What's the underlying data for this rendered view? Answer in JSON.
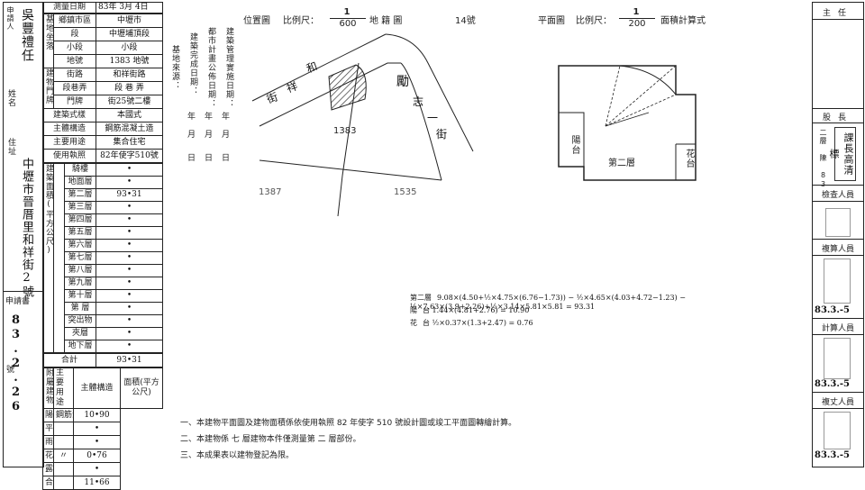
{
  "left_margin": {
    "applicant_label": "申請人",
    "applicant_name": "吳豐禮任",
    "owner_label": "姓名",
    "address_label": "住址",
    "address_value": "中壢市晉厝里和祥街2號",
    "apply_date_label": "申請書",
    "apply_date_value": "83.2.26",
    "doc_no_label": "號"
  },
  "info_table": {
    "survey_date_label": "測量日期",
    "survey_date_value": "83年 3月 4日",
    "rows": [
      {
        "g": "基地坐落",
        "label": "鄉鎮市區",
        "value": "中壢市"
      },
      {
        "g": "",
        "label": "段",
        "value": "中壢埔頂段"
      },
      {
        "g": "",
        "label": "小段",
        "value": "小段"
      },
      {
        "g": "",
        "label": "地號",
        "value": "1383 地號"
      },
      {
        "g": "建物門牌",
        "label": "街路",
        "value": "和祥街路"
      },
      {
        "g": "",
        "label": "段巷弄",
        "value": "段 巷 弄"
      },
      {
        "g": "",
        "label": "門牌",
        "value": "街25號二樓"
      },
      {
        "g": "",
        "label": "建築式樣",
        "value": "本國式"
      },
      {
        "g": "",
        "label": "主體構造",
        "value": "鋼筋混凝土造"
      },
      {
        "g": "",
        "label": "主要用途",
        "value": "集合住宅"
      },
      {
        "g": "",
        "label": "使用執照",
        "value": "82年使字510號"
      }
    ],
    "area_group_label": "建築面積(平方公尺)",
    "floors": [
      {
        "label": "騎樓",
        "value": "•"
      },
      {
        "label": "地面層",
        "value": "•"
      },
      {
        "label": "第二層",
        "value": "93•31"
      },
      {
        "label": "第三層",
        "value": "•"
      },
      {
        "label": "第四層",
        "value": "•"
      },
      {
        "label": "第五層",
        "value": "•"
      },
      {
        "label": "第六層",
        "value": "•"
      },
      {
        "label": "第七層",
        "value": "•"
      },
      {
        "label": "第八層",
        "value": "•"
      },
      {
        "label": "第九層",
        "value": "•"
      },
      {
        "label": "第十層",
        "value": "•"
      },
      {
        "label": "第 層",
        "value": "•"
      },
      {
        "label": "突出物",
        "value": "•"
      },
      {
        "label": "夾層",
        "value": "•"
      },
      {
        "label": "地下層",
        "value": "•"
      }
    ],
    "total_label": "合計",
    "total_value": "93•31"
  },
  "annex_table": {
    "head_use": "主要用途",
    "head_struct": "主體構造",
    "head_area": "面積(平方公尺)",
    "group_label": "附屬建物",
    "rows": [
      {
        "label": "陽台",
        "struct": "鋼筋混凝土造",
        "value": "10•90"
      },
      {
        "label": "平台",
        "struct": "",
        "value": "•"
      },
      {
        "label": "雨遮",
        "struct": "",
        "value": "•"
      },
      {
        "label": "花台",
        "struct": "〃",
        "value": "0•76"
      },
      {
        "label": "露台",
        "struct": "",
        "value": "•"
      },
      {
        "label": "合計",
        "struct": "",
        "value": "11•66"
      }
    ]
  },
  "location_map": {
    "title": "位置圖",
    "scale_label": "比例尺：",
    "scale_num": "1",
    "scale_den": "600",
    "map_label": "地 籍 圖",
    "sheet": "14號",
    "dates_labels": [
      "建築管理實施日期：",
      "都市計畫公佈日期：",
      "建築完成日期：",
      "基地來源："
    ],
    "ymd": [
      "年",
      "月",
      "日"
    ],
    "road_he": "和",
    "road_xiang": "祥",
    "road_jie": "街",
    "road_li": "勵",
    "road_zhi": "志",
    "road_yi": "一",
    "road_jie2": "街",
    "parcel_main": "1383",
    "parcel_left": "1387",
    "parcel_right": "1535"
  },
  "floor_plan": {
    "title": "平面圖",
    "scale_label": "比例尺：",
    "scale_num": "1",
    "scale_den": "200",
    "calc_label": "面積計算式",
    "room_label": "第二層",
    "balcony_label": "陽台",
    "planter_label": "花台"
  },
  "formulas": [
    {
      "label": "第二層",
      "text": "9.08×(4.50+½×4.75×(6.76−1.73)) − ½×4.65×(4.03+4.72−1.23) − ½×7.63×(3.9+2.26)+½×3.14×5.81×5.81 = 93.31"
    },
    {
      "label": "陽",
      "text": "台 1.44×(4.81+2.76) = 10.90"
    },
    {
      "label": "花",
      "text": "台 ½×0.37×(1.3+2.47) = 0.76"
    }
  ],
  "notes": [
    "一、本建物平面圖及建物面積係依使用執照 82 年使字 510 號設計圖或竣工平面圖轉繪計算。",
    "二、本建物係 七 層建物本件僅測量第 二 層部份。",
    "三、本成果表以建物登記為限。"
  ],
  "right_column": {
    "supervisor_label": "主任",
    "section_chief_label": "股長",
    "section_chief_stamp": "課長高清標",
    "section_chief_note": "二層 陳 83",
    "inspector_label": "檢查人員",
    "reviewer_label": "複算人員",
    "reviewer_date": "83.3.-5",
    "calculator_label": "計算人員",
    "calculator_date": "83.3.-5",
    "drafter_label": "複丈人員",
    "drafter_date": "83.3.-5"
  }
}
